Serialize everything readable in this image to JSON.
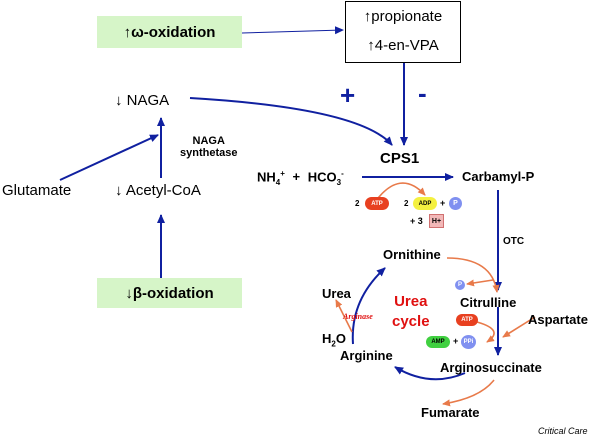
{
  "labels": {
    "omega_oxidation": "↑ω-oxidation",
    "beta_oxidation": "↓β-oxidation",
    "propionate": "↑propionate",
    "en_vpa": "↑4-en-VPA",
    "plus": "+",
    "minus": "-",
    "naga": "↓ NAGA",
    "naga_synthetase_1": "NAGA",
    "naga_synthetase_2": "synthetase",
    "glutamate": "Glutamate",
    "acetyl_coa": "↓ Acetyl-CoA",
    "cps1": "CPS1",
    "nh4_main": "NH",
    "nh4_sub": "4",
    "nh4_sup": "+",
    "plus_sign": "+",
    "hco3_main": "HCO",
    "hco3_sub": "3",
    "hco3_sup": "-",
    "carbamyl_p": "Carbamyl-P",
    "coef_2a": "2",
    "coef_2b": "2",
    "atp": "ATP",
    "adp": "ADP",
    "plus_p": "+",
    "p": "P",
    "plus_3": "+ 3",
    "h_plus": "H+",
    "otc": "OTC",
    "ornithine": "Ornithine",
    "citrulline": "Citrulline",
    "aspartate": "Aspartate",
    "atp2": "ATP",
    "amp": "AMP",
    "plus_pp": "+",
    "ppi": "PPi",
    "argininosuccinate": "Arginosuccinate",
    "arginine": "Arginine",
    "fumarate": "Fumarate",
    "urea": "Urea",
    "arginase": "Arginase",
    "h2o_main": "H",
    "h2o_sub": "2",
    "h2o_end": "O",
    "urea_cycle_1": "Urea",
    "urea_cycle_2": "cycle",
    "p_small": "P",
    "source": "Critical Care"
  },
  "colors": {
    "arrow_blue": "#1020a0",
    "arrow_orange": "#e87a4a",
    "urea_cycle_red": "#e01010",
    "green_box": "#d6f5c8",
    "atp_red": "#e84020",
    "adp_yellow": "#f4f040",
    "amp_green": "#40d040",
    "p_blue": "#8090f0"
  }
}
